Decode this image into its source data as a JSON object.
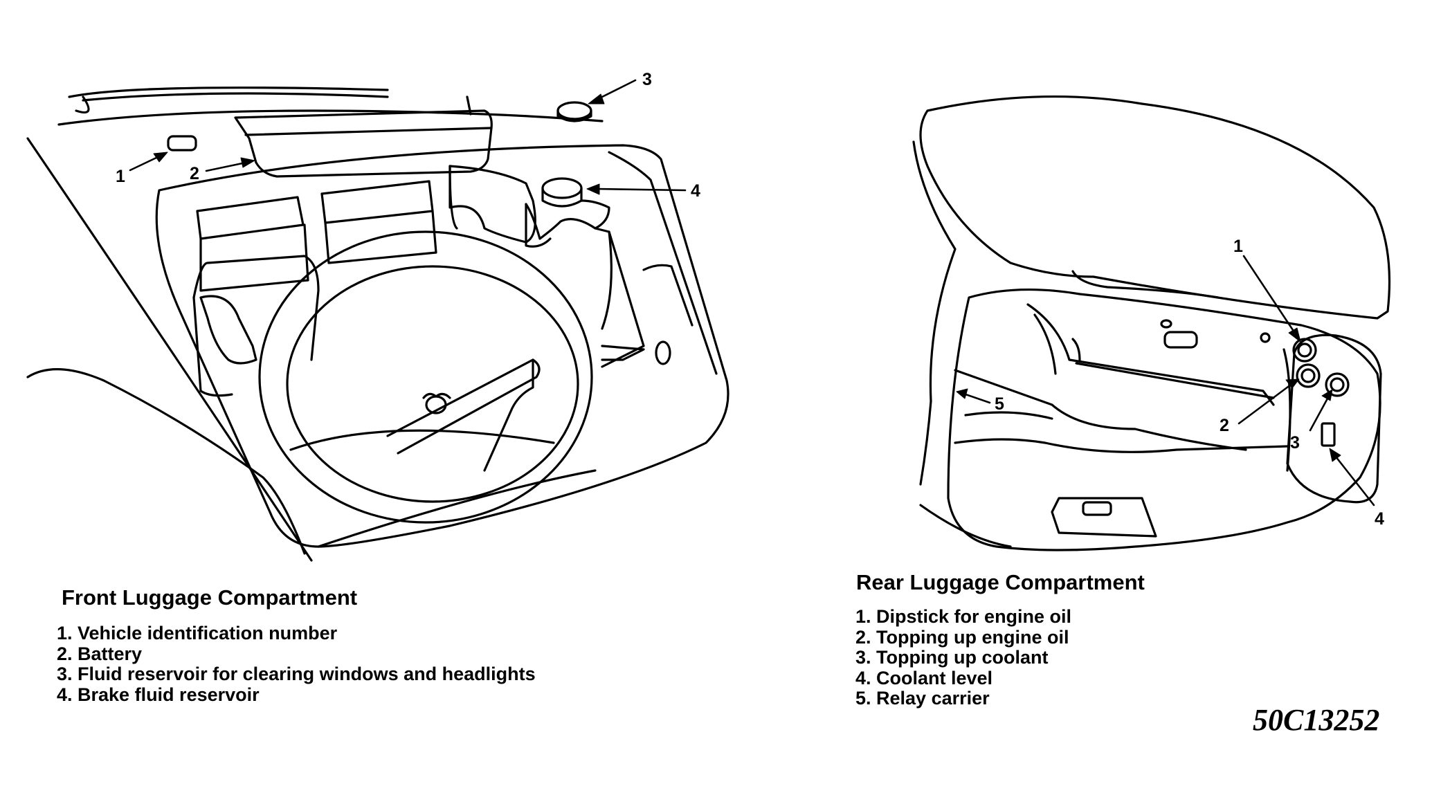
{
  "front": {
    "heading": "Front Luggage Compartment",
    "callouts": [
      "1",
      "2",
      "3",
      "4"
    ],
    "legend": [
      "1. Vehicle identification number",
      "2. Battery",
      "3. Fluid reservoir for clearing windows and headlights",
      "4. Brake fluid reservoir"
    ]
  },
  "rear": {
    "heading": "Rear Luggage Compartment",
    "callouts": [
      "1",
      "2",
      "3",
      "4",
      "5"
    ],
    "legend": [
      "1. Dipstick for engine oil",
      "2. Topping up engine oil",
      "3. Topping up coolant",
      "4. Coolant level",
      "5. Relay carrier"
    ]
  },
  "figure_code": "50C13252"
}
